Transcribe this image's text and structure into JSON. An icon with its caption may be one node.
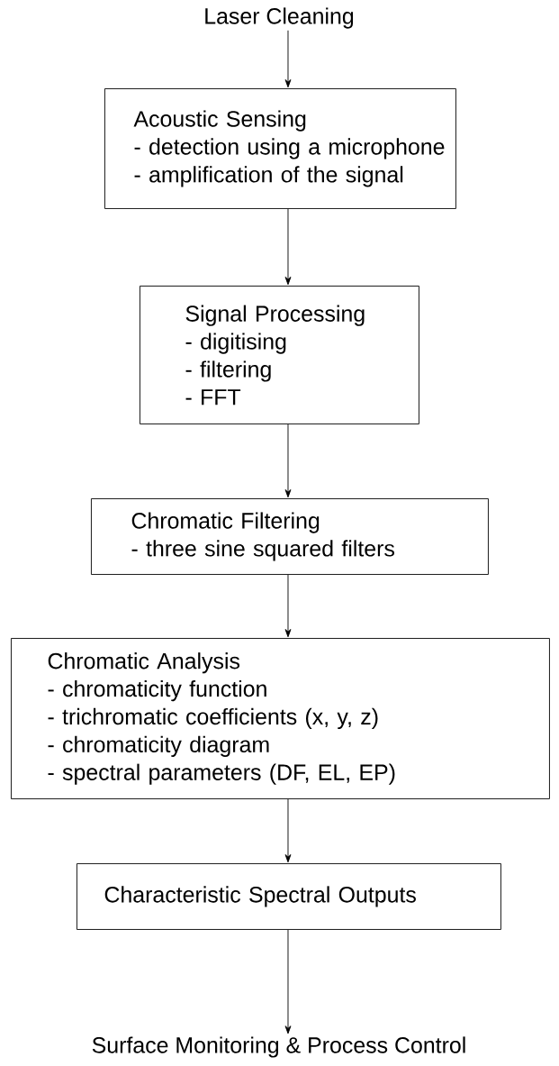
{
  "diagram": {
    "nodes": [
      {
        "text": [
          "Laser Cleaning"
        ]
      },
      {
        "text": [
          "Acoustic Sensing",
          "- detection using a microphone",
          "- amplification of the signal"
        ]
      },
      {
        "text": [
          "Signal Processing",
          "- digitising",
          "- filtering",
          "- FFT"
        ]
      },
      {
        "text": [
          "Chromatic Filtering",
          "- three sine squared filters"
        ]
      },
      {
        "text": [
          "Chromatic Analysis",
          "- chromaticity function",
          "- trichromatic coefficients (x, y, z)",
          "- chromaticity diagram",
          "- spectral parameters (DF, EL, EP)"
        ]
      },
      {
        "text": [
          "Characteristic Spectral Outputs"
        ]
      },
      {
        "text": [
          "Surface Monitoring & Process Control"
        ]
      }
    ],
    "edges": [
      {
        "from": 0,
        "to": 1,
        "arrow": "to"
      },
      {
        "from": 1,
        "to": 2,
        "arrow": "to"
      },
      {
        "from": 2,
        "to": 3,
        "arrow": "to"
      },
      {
        "from": 3,
        "to": 4,
        "arrow": "to"
      },
      {
        "from": 4,
        "to": 5,
        "arrow": "to"
      },
      {
        "from": 5,
        "to": 6,
        "arrow": "to"
      }
    ]
  }
}
